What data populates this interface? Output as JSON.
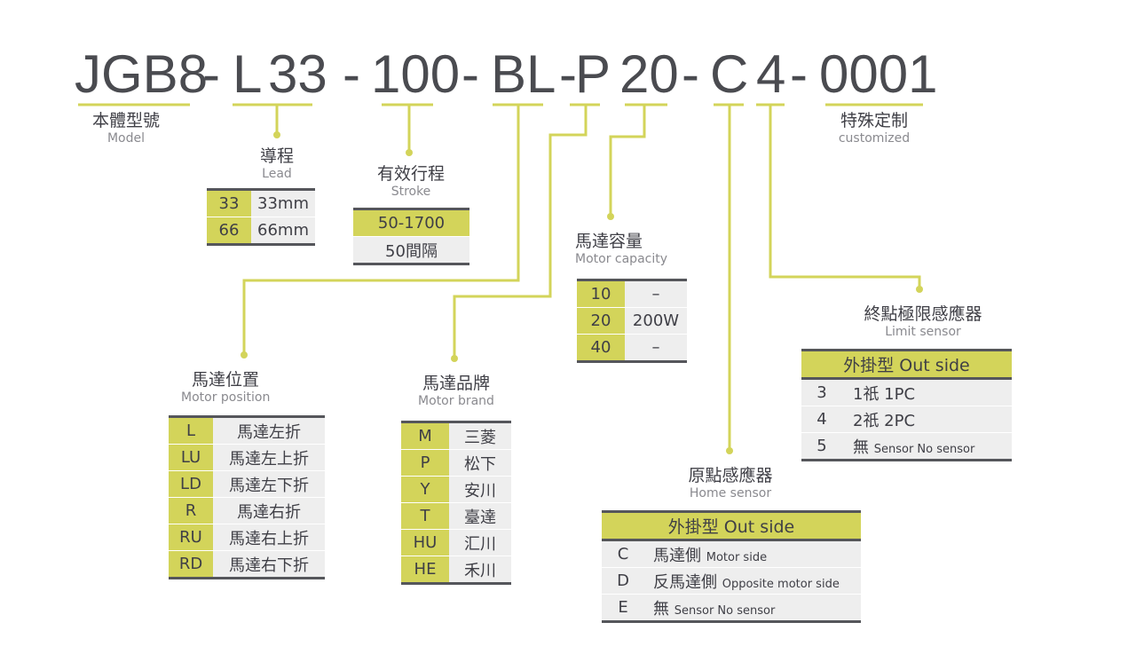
{
  "model_code": {
    "jgb8": "JGB8",
    "d1": "-",
    "l": "L",
    "lead": "33",
    "d2": "-",
    "stroke": "100",
    "d3": "-",
    "bl": "BL",
    "d4": "-",
    "p": "P",
    "cap": "20",
    "d5": "-",
    "c": "C",
    "four": "4",
    "d6": "-",
    "cust": "0001"
  },
  "model": {
    "zh": "本體型號",
    "en": "Model"
  },
  "customized": {
    "zh": "特殊定制",
    "en": "customized"
  },
  "lead": {
    "zh": "導程",
    "en": "Lead",
    "rows": [
      {
        "k": "33",
        "v": "33mm"
      },
      {
        "k": "66",
        "v": "66mm"
      }
    ]
  },
  "stroke": {
    "zh": "有效行程",
    "en": "Stroke",
    "rows": [
      {
        "v": "50-1700"
      },
      {
        "v": "50間隔"
      }
    ]
  },
  "motor_capacity": {
    "zh": "馬達容量",
    "en": "Motor capacity",
    "rows": [
      {
        "k": "10",
        "v": "–"
      },
      {
        "k": "20",
        "v": "200W"
      },
      {
        "k": "40",
        "v": "–"
      }
    ]
  },
  "motor_position": {
    "zh": "馬達位置",
    "en": "Motor position",
    "rows": [
      {
        "k": "L",
        "v": "馬達左折"
      },
      {
        "k": "LU",
        "v": "馬達左上折"
      },
      {
        "k": "LD",
        "v": "馬達左下折"
      },
      {
        "k": "R",
        "v": "馬達右折"
      },
      {
        "k": "RU",
        "v": "馬達右上折"
      },
      {
        "k": "RD",
        "v": "馬達右下折"
      }
    ]
  },
  "motor_brand": {
    "zh": "馬達品牌",
    "en": "Motor brand",
    "rows": [
      {
        "k": "M",
        "v": "三菱"
      },
      {
        "k": "P",
        "v": "松下"
      },
      {
        "k": "Y",
        "v": "安川"
      },
      {
        "k": "T",
        "v": "臺達"
      },
      {
        "k": "HU",
        "v": "汇川"
      },
      {
        "k": "HE",
        "v": "禾川"
      }
    ]
  },
  "home_sensor": {
    "zh": "原點感應器",
    "en": "Home sensor",
    "header": "外掛型 Out side",
    "rows": [
      {
        "k": "C",
        "v": "馬達側",
        "s": "Motor side"
      },
      {
        "k": "D",
        "v": "反馬達側",
        "s": "Opposite motor side"
      },
      {
        "k": "E",
        "v": "無",
        "s": "Sensor No sensor"
      }
    ]
  },
  "limit_sensor": {
    "zh": "終點極限感應器",
    "en": "Limit sensor",
    "header": "外掛型 Out side",
    "rows": [
      {
        "k": "3",
        "v": "1祇 1PC",
        "s": ""
      },
      {
        "k": "4",
        "v": "2祇 2PC",
        "s": ""
      },
      {
        "k": "5",
        "v": "無",
        "s": "Sensor No sensor"
      }
    ]
  },
  "colors": {
    "accent": "#d3d45a",
    "text": "#3f3f46",
    "code": "#4a4b50",
    "row_bg": "#eeeeee",
    "rule": "#55565b"
  }
}
